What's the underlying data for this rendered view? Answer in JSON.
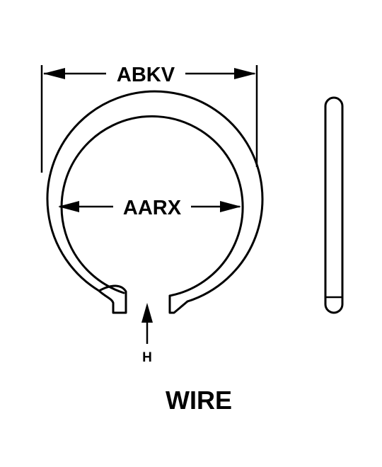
{
  "dimensions": {
    "outer_diameter_label": "ABKV",
    "inner_diameter_label": "AARX"
  },
  "gap_marker": {
    "label": "H"
  },
  "caption": {
    "text": "WIRE"
  },
  "colors": {
    "line": "#000000",
    "background": "#ffffff"
  }
}
